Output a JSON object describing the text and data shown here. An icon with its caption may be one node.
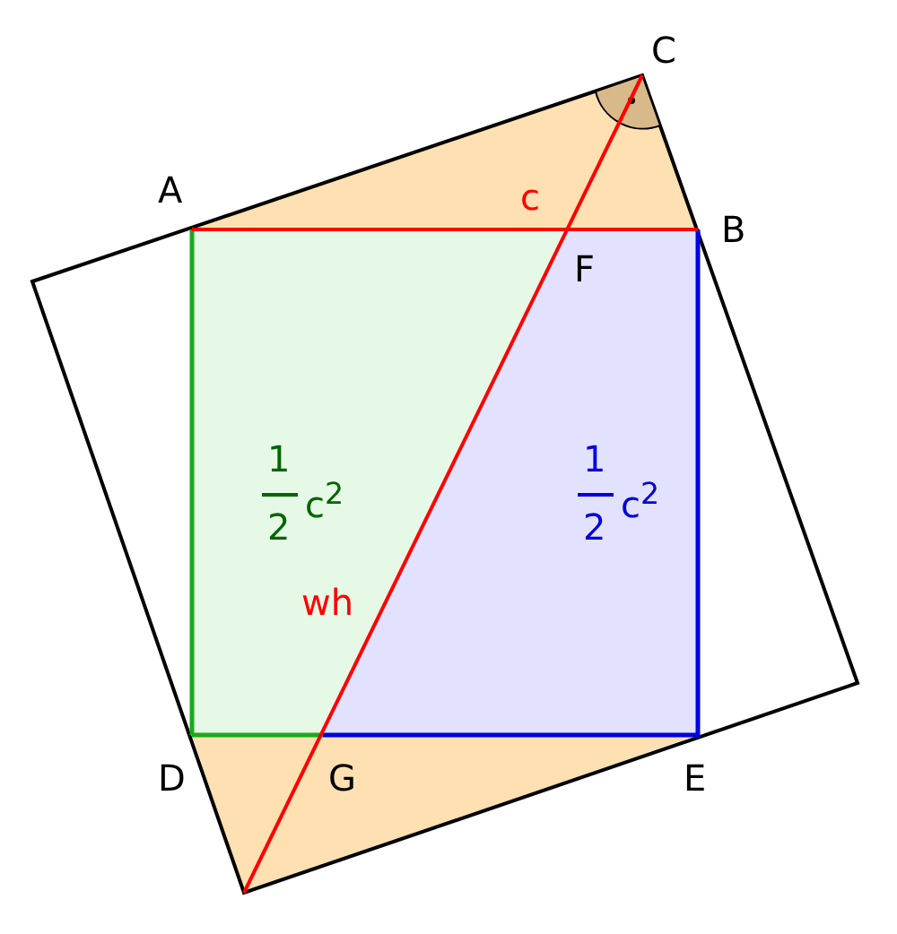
{
  "diagram": {
    "labels": [
      "C",
      "A",
      "c",
      "B",
      "F",
      "1",
      "c$^{2}$",
      "2",
      "1",
      "c$^{2}$",
      "2",
      "wh",
      "D",
      "G",
      "E"
    ]
  }
}
